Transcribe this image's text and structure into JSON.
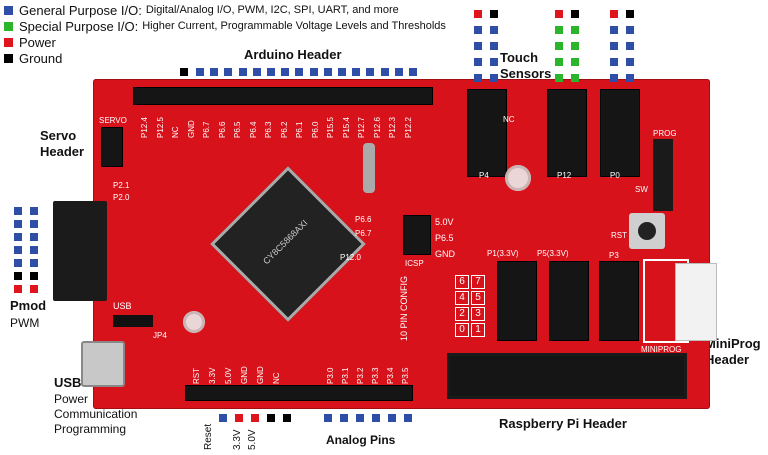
{
  "legend": {
    "items": [
      {
        "label": "General Purpose I/O:",
        "sub": "Digital/Analog I/O, PWM, I2C, SPI, UART, and more",
        "color": "#2f4ea8"
      },
      {
        "label": "Special Purpose I/O:",
        "sub": "Higher Current, Programmable Voltage Levels and Thresholds",
        "color": "#2bb52b"
      },
      {
        "label": "Power",
        "sub": "",
        "color": "#e0141d"
      },
      {
        "label": "Ground",
        "sub": "",
        "color": "#000000"
      }
    ]
  },
  "labels": {
    "arduino_header": "Arduino Header",
    "touch_sensors_1": "Touch",
    "touch_sensors_2": "Sensors",
    "servo_header_1": "Servo",
    "servo_header_2": "Header",
    "pmod": "Pmod",
    "pwm": "PWM",
    "usb": "USB",
    "usb_power": "Power",
    "usb_comm": "Communication",
    "usb_prog": "Programming",
    "analog_pins": "Analog Pins",
    "raspberry_pi_header": "Raspberry Pi Header",
    "miniprog_header_1": "MiniProg",
    "miniprog_header_2": "Header",
    "reset": "Reset",
    "v33": "3.3V",
    "v50": "5.0V"
  },
  "silkscreen": {
    "servo": "SERVO",
    "usb": "USB",
    "jp4": "JP4",
    "prog": "PROG",
    "sw": "SW",
    "rst": "RST",
    "icsp": "ICSP",
    "nc": "NC",
    "p4": "P4",
    "p12": "P12",
    "p0": "P0",
    "p1": "P1(3.3V)",
    "p5": "P5(3.3V)",
    "p3": "P3",
    "miniprog": "MINIPROG",
    "config": "10 PIN CONFIG",
    "p21": "P2.1",
    "p20": "P2.0",
    "p66": "P6.6",
    "p67": "P6.7",
    "p120": "P12.0",
    "v50": "5.0V",
    "p65": "P6.5",
    "gnd": "GND",
    "arduino_pins": [
      "P12.4",
      "P12.5",
      "NC",
      "GND",
      "P6.7",
      "P6.6",
      "P6.5",
      "P6.4",
      "P6.3",
      "P6.2",
      "P6.1",
      "P6.0",
      "P15.5",
      "P15.4",
      "P12.7",
      "P12.6",
      "P12.3",
      "P12.2"
    ],
    "bottom_power_pins": [
      "RST",
      "3.3V",
      "5.0V",
      "GND",
      "GND",
      "NC"
    ],
    "bottom_analog_pins": [
      "P3.0",
      "P3.1",
      "P3.2",
      "P3.3",
      "P3.4",
      "P3.5"
    ],
    "config_digits": [
      "6",
      "7",
      "4",
      "5",
      "2",
      "3",
      "0",
      "1"
    ],
    "chip_text": "CY8C5868AXI"
  },
  "colors": {
    "gpio": "#2f4ea8",
    "special": "#2bb52b",
    "power": "#e0141d",
    "ground": "#000000",
    "board": "#d8121b"
  }
}
